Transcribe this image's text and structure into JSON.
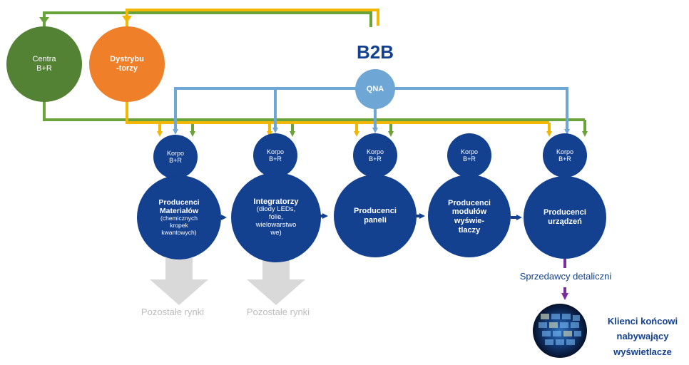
{
  "colors": {
    "green": "#6aa33a",
    "dark_green": "#4f7f2b",
    "orange": "#f07f2a",
    "yellow": "#f2b705",
    "light_blue": "#6ea6d6",
    "navy": "#13408f",
    "purple": "#7a2d9e",
    "grey": "#d3d3d3"
  },
  "top": {
    "centra": [
      "Centra",
      "B+R"
    ],
    "dystrybutorzy": [
      "Dystrybu",
      "-torzy"
    ],
    "b2b": "B2B",
    "qna": "QNA"
  },
  "korpo": [
    "Korpo",
    "B+R"
  ],
  "producers": [
    {
      "title": [
        "Producenci",
        "Materiałów"
      ],
      "sub": [
        "(chemicznych",
        "kropek",
        "kwantowych)"
      ]
    },
    {
      "title": [
        "Integratorzy"
      ],
      "sub": [
        "(diody LEDs,",
        "folie,",
        "wielowarstwo",
        "we)"
      ]
    },
    {
      "title": [
        "Producenci",
        "paneli"
      ],
      "sub": []
    },
    {
      "title": [
        "Producenci",
        "modułów",
        "wyświe-",
        "tlaczy"
      ],
      "sub": []
    },
    {
      "title": [
        "Producenci",
        "urządzeń"
      ],
      "sub": []
    }
  ],
  "other_markets": [
    "Pozostałe rynki",
    "Pozostałe rynki"
  ],
  "retail": "Sprzedawcy detaliczni",
  "end_clients": [
    "Klienci końcowi",
    "nabywający",
    "wyświetlacze"
  ]
}
